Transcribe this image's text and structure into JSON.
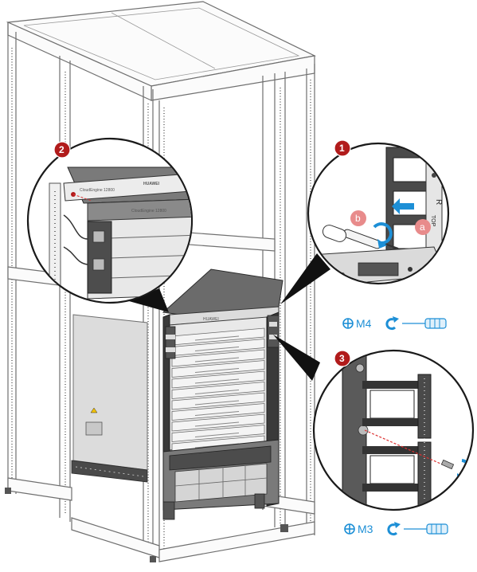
{
  "callouts": {
    "step1": "1",
    "step2": "2",
    "step3": "3",
    "sub_a": "a",
    "sub_b": "b"
  },
  "screw_specs": {
    "upper": "M4",
    "lower": "M3"
  },
  "device_labels": {
    "brand": "HUAWEI",
    "model_top": "CloudEngine 12800",
    "model_front": "CloudEngine 12800"
  },
  "bracket_marks": {
    "top_mark": "TOP",
    "side_mark": "R"
  },
  "icons": [
    "phillips-head-icon",
    "clockwise-arrow-icon",
    "screwdriver-icon"
  ],
  "colors": {
    "callout_red": "#b11b1b",
    "sub_callout_pink": "#e88b8b",
    "accent_blue": "#1d8fd6"
  }
}
